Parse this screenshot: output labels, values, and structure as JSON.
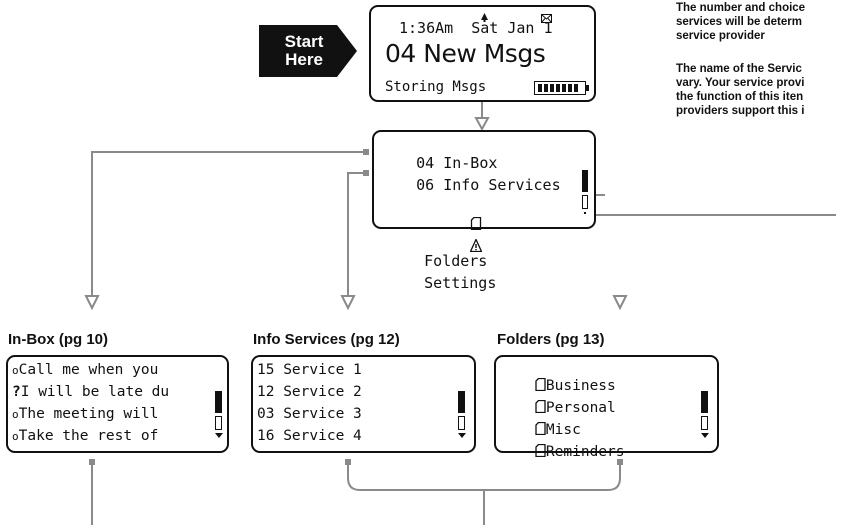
{
  "start_label": [
    "Start",
    "Here"
  ],
  "notes": {
    "note1": [
      "The number and choice",
      "services will be determ",
      "service provider"
    ],
    "note2": [
      "The name of the Servic",
      "vary. Your service provi",
      "the function of this iten",
      "providers support this i"
    ]
  },
  "home_screen": {
    "status_line": "1:36Am  Sat Jan 1",
    "headline": "04 New Msgs",
    "footer": "Storing Msgs",
    "icons": [
      "bell-icon",
      "envelope-icon",
      "battery-icon"
    ]
  },
  "main_menu": {
    "items": [
      {
        "label": "04 In-Box",
        "icon": "square-bullet"
      },
      {
        "label": "06 Info Services",
        "icon": "square-bullet"
      },
      {
        "label": "Folders",
        "icon": "folder-icon"
      },
      {
        "label": "Settings",
        "icon": "warning-icon"
      }
    ]
  },
  "panels": {
    "inbox": {
      "title": "In-Box (pg 10)",
      "rows": [
        {
          "marker": "o",
          "text": "Call me when you"
        },
        {
          "marker": "?",
          "text": "I will be late du"
        },
        {
          "marker": "o",
          "text": "The meeting will"
        },
        {
          "marker": "o",
          "text": "Take the rest of"
        }
      ]
    },
    "info_services": {
      "title": "Info Services (pg 12)",
      "rows": [
        "15 Service 1",
        "12 Service 2",
        "03 Service 3",
        "16 Service 4"
      ]
    },
    "folders": {
      "title": "Folders (pg 13)",
      "rows": [
        "Business",
        "Personal",
        "Misc",
        "Reminders"
      ]
    }
  },
  "colors": {
    "ink": "#111111",
    "wire": "#8a8a8a"
  }
}
